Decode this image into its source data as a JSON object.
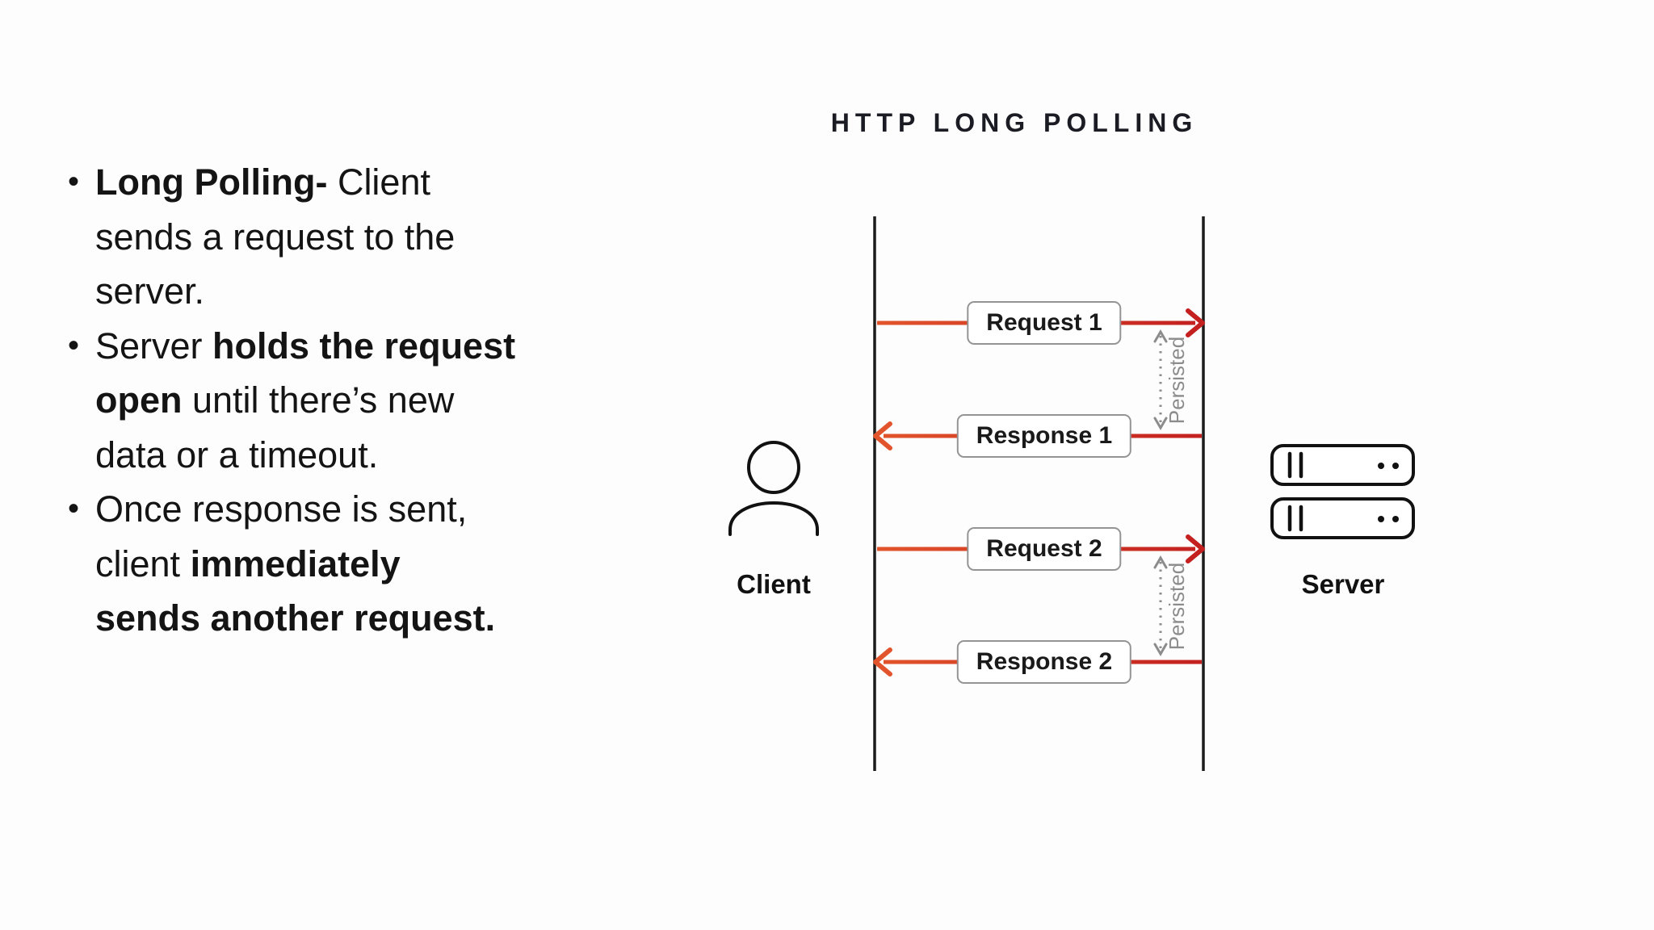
{
  "title": "HTTP LONG POLLING",
  "bullet_char": "•",
  "bullets": [
    {
      "lines": [
        {
          "pre": "",
          "bold": "Long Polling-",
          "post": " Client"
        },
        {
          "pre": "sends a request to the",
          "bold": "",
          "post": ""
        },
        {
          "pre": "server.",
          "bold": "",
          "post": ""
        }
      ]
    },
    {
      "lines": [
        {
          "pre": "Server ",
          "bold": "holds the request",
          "post": ""
        },
        {
          "pre": "",
          "bold": "open",
          "post": " until there’s new"
        },
        {
          "pre": "data or a timeout.",
          "bold": "",
          "post": ""
        }
      ]
    },
    {
      "lines": [
        {
          "pre": "Once response is sent,",
          "bold": "",
          "post": ""
        },
        {
          "pre": "client ",
          "bold": "immediately",
          "post": ""
        },
        {
          "pre": "",
          "bold": "sends another request.",
          "post": ""
        }
      ]
    }
  ],
  "diagram": {
    "client_label": "Client",
    "server_label": "Server",
    "messages": [
      {
        "label": "Request 1",
        "direction": "right"
      },
      {
        "label": "Response 1",
        "direction": "left"
      },
      {
        "label": "Request 2",
        "direction": "right"
      },
      {
        "label": "Response 2",
        "direction": "left"
      }
    ],
    "persisted": [
      {
        "label": "Persisted"
      },
      {
        "label": "Persisted"
      }
    ],
    "colors": {
      "arrow_orange": "#e2542b",
      "arrow_red": "#c3201f",
      "persisted_gray": "#8c8c8c",
      "lifeline": "#1c1c1c",
      "box_border": "#949494"
    }
  }
}
